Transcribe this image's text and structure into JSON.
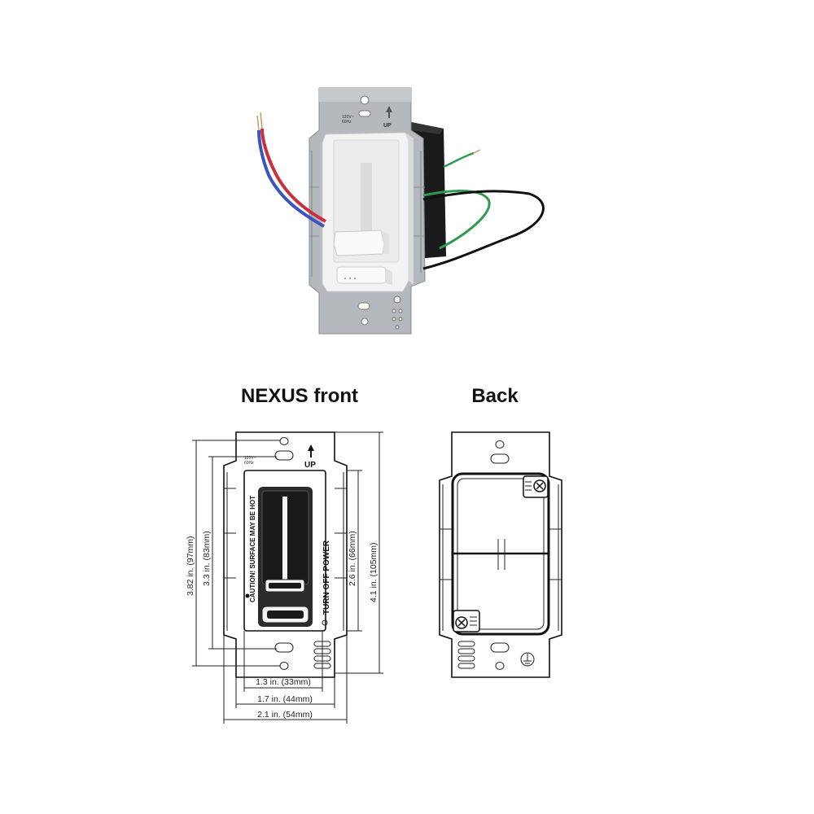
{
  "titles": {
    "front": "NEXUS front",
    "back": "Back"
  },
  "photo": {
    "plate_text_1": "120V~",
    "plate_text_2": "60Hz",
    "plate_up": "UP"
  },
  "front_labels": {
    "up": "UP",
    "caution": "CAUTION! SURFACE MAY BE HOT",
    "turn_off_power": "TURN  OFF  POWER",
    "plate_small_1": "120V~",
    "plate_small_2": "60Hz"
  },
  "dimensions": {
    "overall_height": "4.1 in. (105mm)",
    "body_height": "3.82 in. (97mm)",
    "mount_height": "3.3 in. (83mm)",
    "paddle_height": "2.6 in. (66mm)",
    "paddle_width": "1.3 in. (33mm)",
    "body_width": "1.7 in. (44mm)",
    "overall_width": "2.1 in. (54mm)"
  },
  "colors": {
    "wire_red": "#c8303a",
    "wire_blue": "#3a55c0",
    "wire_green": "#2f9a4e",
    "wire_black": "#111111",
    "plate_metal": "#b9bcc0",
    "switch_white": "#f2f2f2"
  }
}
